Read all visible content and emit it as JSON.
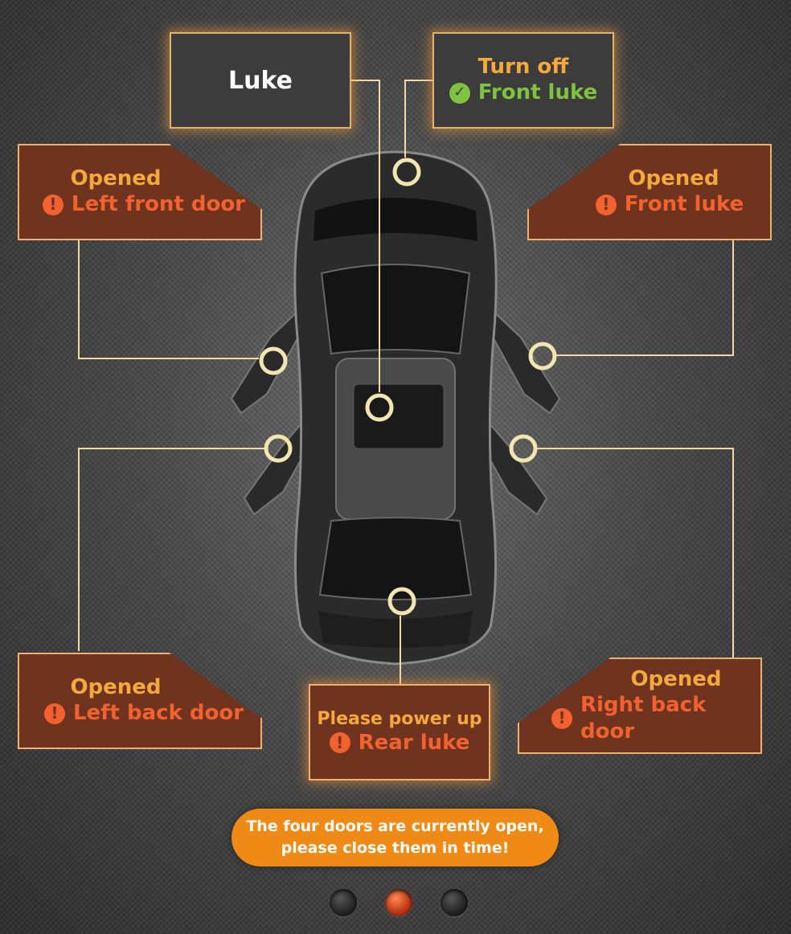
{
  "luke_box": {
    "title": "Luke"
  },
  "front_luke_status": {
    "title": "Turn off",
    "label": "Front luke",
    "icon": "check-icon",
    "color": "#7ec23e"
  },
  "left_front_door": {
    "title": "Opened",
    "label": "Left front door",
    "icon": "warning-icon"
  },
  "right_front": {
    "title": "Opened",
    "label": "Front luke",
    "icon": "warning-icon"
  },
  "left_back_door": {
    "title": "Opened",
    "label": "Left back door",
    "icon": "warning-icon"
  },
  "rear_luke": {
    "title": "Please power up",
    "label": "Rear luke",
    "icon": "warning-icon"
  },
  "right_back_door": {
    "title": "Opened",
    "label": "Right back door",
    "icon": "warning-icon"
  },
  "notice": {
    "line1": "The four doors are currently open,",
    "line2": "please close them in time!"
  },
  "pager": {
    "count": 3,
    "active_index": 1
  },
  "colors": {
    "accent": "#f5a93a",
    "alert": "#f2612e",
    "ok": "#7ec23e",
    "panel": "#6f3420",
    "notice": "#f08a16"
  }
}
